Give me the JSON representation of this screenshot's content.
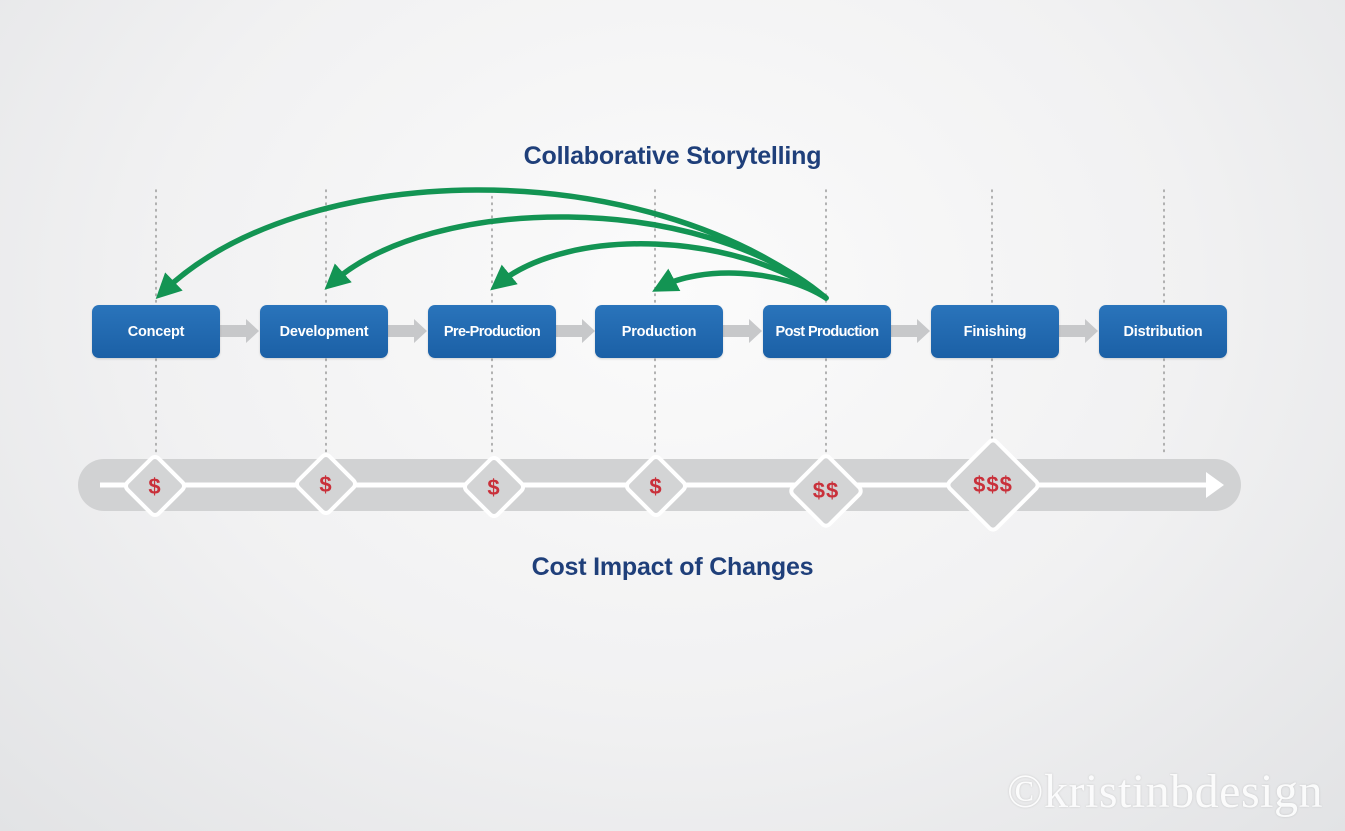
{
  "diagram": {
    "title_top": "Collaborative Storytelling",
    "title_bottom": "Cost Impact of Changes",
    "stages": [
      {
        "label": "Concept",
        "cost": "$"
      },
      {
        "label": "Development",
        "cost": "$"
      },
      {
        "label": "Pre-Production",
        "cost": "$"
      },
      {
        "label": "Production",
        "cost": "$"
      },
      {
        "label": "Post Production",
        "cost": "$$"
      },
      {
        "label": "Finishing",
        "cost": "$$$"
      },
      {
        "label": "Distribution",
        "cost": ""
      }
    ],
    "feedback_arrows": [
      {
        "from": "Post Production",
        "to": "Concept"
      },
      {
        "from": "Post Production",
        "to": "Development"
      },
      {
        "from": "Post Production",
        "to": "Pre-Production"
      },
      {
        "from": "Post Production",
        "to": "Production"
      }
    ],
    "colors": {
      "stage_box": "#1f65ab",
      "title": "#1f3f7a",
      "feedback_arrow": "#139453",
      "cost_text": "#c9303a",
      "track": "#d1d2d3"
    }
  },
  "watermark": "©kristinbdesign"
}
